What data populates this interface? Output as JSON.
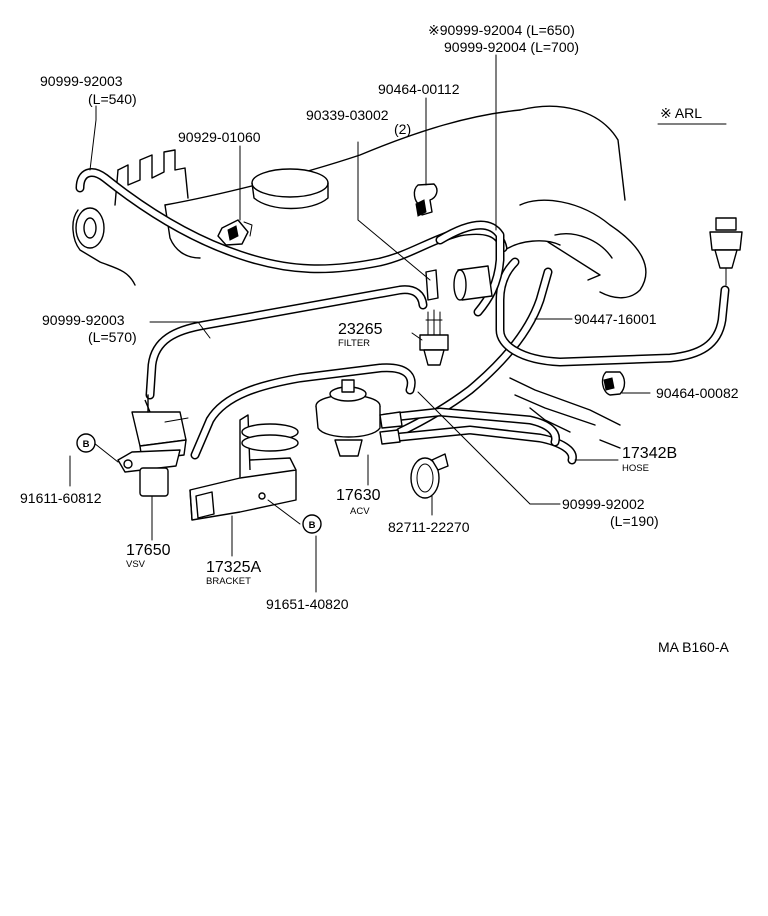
{
  "labels": {
    "hose_650": "※90999-92004 (L=650)",
    "hose_700": "90999-92004 (L=700)",
    "arl": "※ ARL",
    "hose_540_part": "90999-92003",
    "hose_540_len": "(L=540)",
    "clamp_00112": "90464-00112",
    "check_valve": "90339-03002",
    "check_valve_qty": "(2)",
    "clip_01060": "90929-01060",
    "hose_570_part": "90999-92003",
    "hose_570_len": "(L=570)",
    "filter_part": "23265",
    "filter_name": "FILTER",
    "hose_16001": "90447-16001",
    "clamp_00082": "90464-00082",
    "hose_assy_part": "17342B",
    "hose_assy_name": "HOSE",
    "bolt_left_marker": "B",
    "bolt_left_part": "91611-60812",
    "acv_part": "17630",
    "acv_name": "ACV",
    "hose_190_part": "90999-92002",
    "hose_190_len": "(L=190)",
    "clamp_22270": "82711-22270",
    "vsv_part": "17650",
    "vsv_name": "VSV",
    "bracket_part": "17325A",
    "bracket_name": "BRACKET",
    "bolt_right_marker": "B",
    "bolt_right_part": "91651-40820",
    "diagram_code": "MA B160-A"
  }
}
